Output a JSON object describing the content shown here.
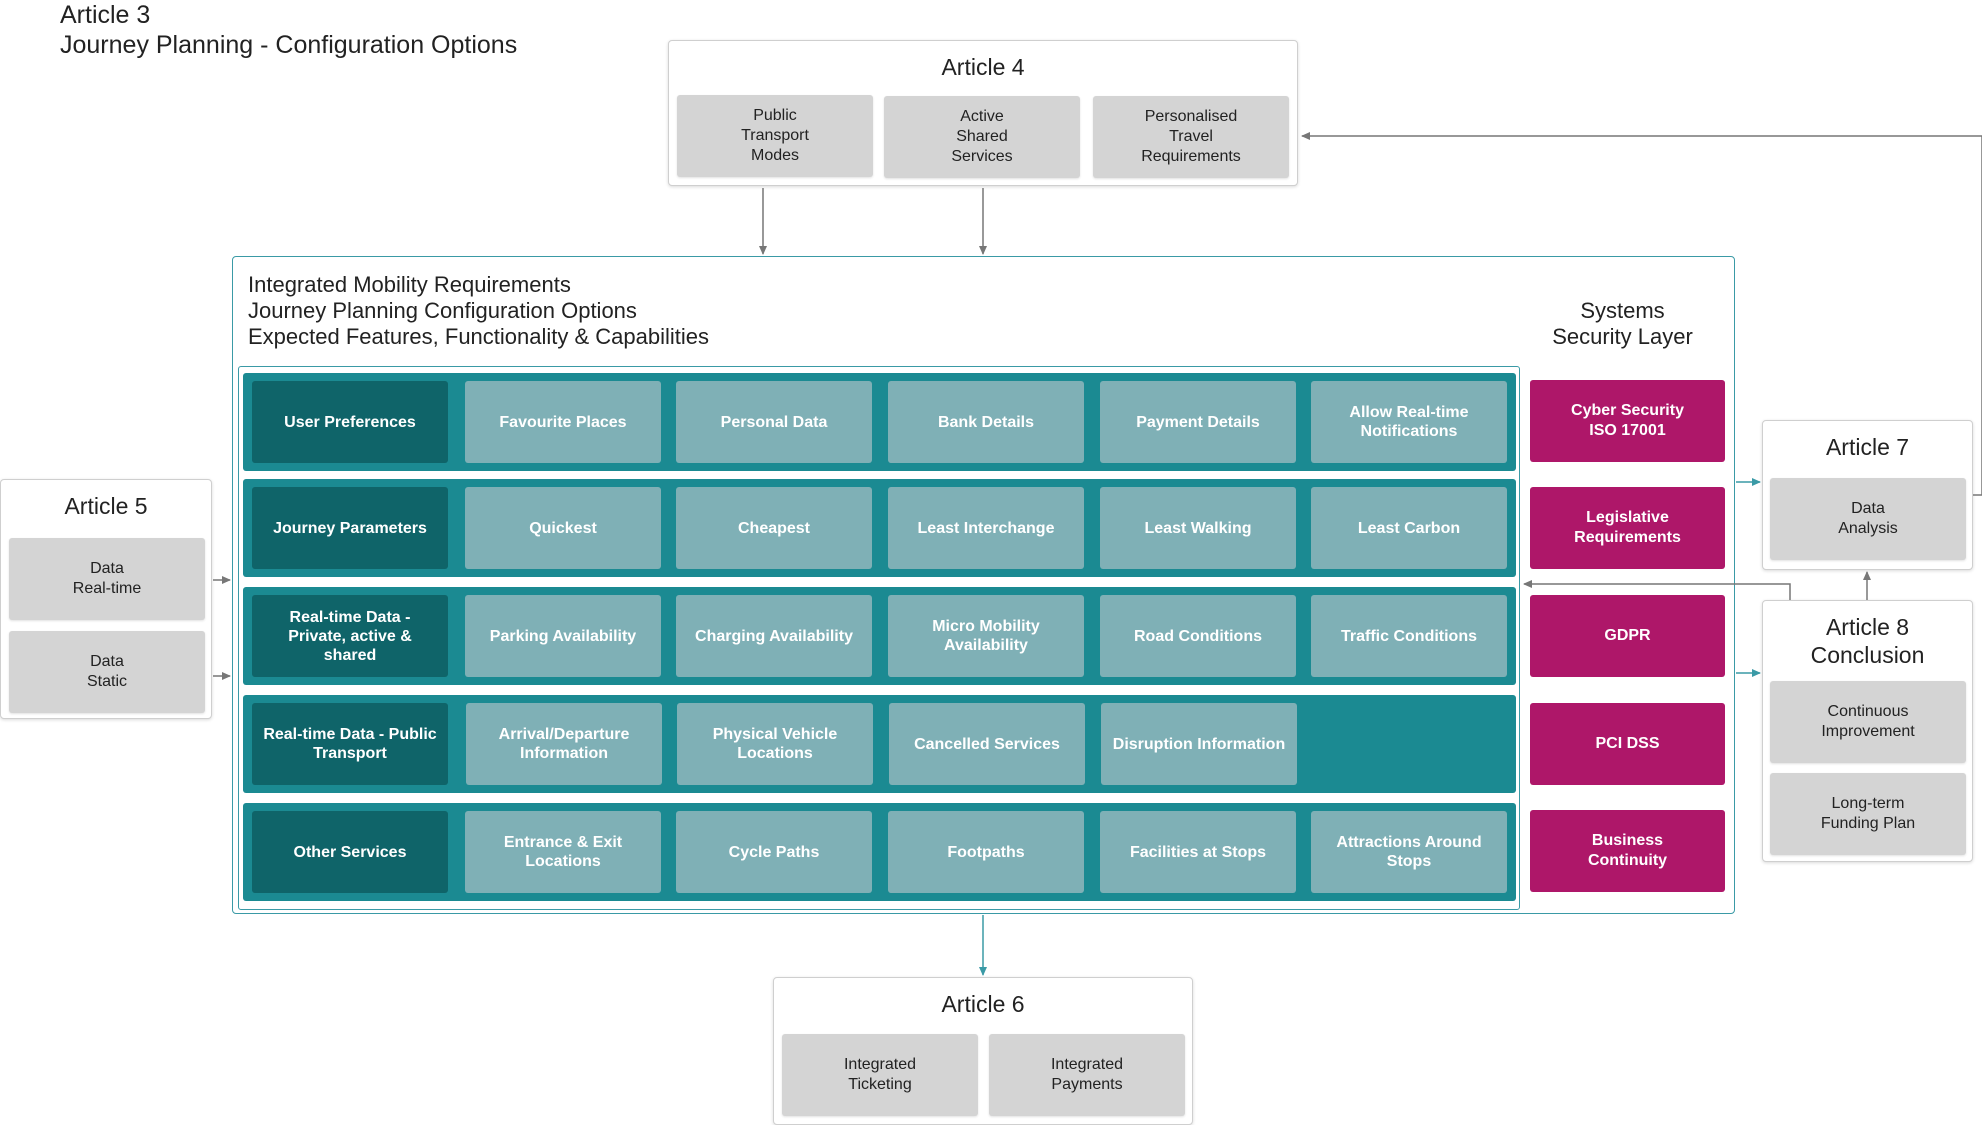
{
  "title": {
    "line1": "Article 3",
    "line2": "Journey Planning - Configuration Options"
  },
  "article4": {
    "title": "Article 4",
    "items": [
      "Public\nTransport\nModes",
      "Active\nShared\nServices",
      "Personalised\nTravel\nRequirements"
    ]
  },
  "main": {
    "heading1": "Integrated Mobility Requirements",
    "heading2": "Journey Planning Configuration Options",
    "heading3": "Expected Features, Functionality & Capabilities",
    "security_heading": "Systems\nSecurity Layer",
    "rows": [
      {
        "head": "User Preferences",
        "cells": [
          "Favourite Places",
          "Personal Data",
          "Bank Details",
          "Payment Details",
          "Allow Real-time Notifications"
        ]
      },
      {
        "head": "Journey Parameters",
        "cells": [
          "Quickest",
          "Cheapest",
          "Least Interchange",
          "Least Walking",
          "Least Carbon"
        ]
      },
      {
        "head": "Real-time Data - Private, active & shared",
        "cells": [
          "Parking Availability",
          "Charging Availability",
          "Micro Mobility Availability",
          "Road Conditions",
          "Traffic Conditions"
        ]
      },
      {
        "head": "Real-time Data - Public Transport",
        "cells": [
          "Arrival/Departure Information",
          "Physical Vehicle Locations",
          "Cancelled Services",
          "Disruption Information"
        ]
      },
      {
        "head": "Other Services",
        "cells": [
          "Entrance & Exit Locations",
          "Cycle Paths",
          "Footpaths",
          "Facilities at Stops",
          "Attractions Around Stops"
        ]
      }
    ],
    "security": [
      "Cyber Security\nISO 17001",
      "Legislative\nRequirements",
      "GDPR",
      "PCI DSS",
      "Business\nContinuity"
    ]
  },
  "article5": {
    "title": "Article 5",
    "items": [
      "Data\nReal-time",
      "Data\nStatic"
    ]
  },
  "article6": {
    "title": "Article 6",
    "items": [
      "Integrated\nTicketing",
      "Integrated\nPayments"
    ]
  },
  "article7": {
    "title": "Article 7",
    "items": [
      "Data\nAnalysis"
    ]
  },
  "article8": {
    "title": "Article 8\nConclusion",
    "items": [
      "Continuous\nImprovement",
      "Long-term\nFunding Plan"
    ]
  },
  "colors": {
    "teal_row": "#1b8a92",
    "teal_head": "#0f6469",
    "teal_cell": "#7fb0b6",
    "magenta": "#ae1769",
    "grey_box": "#d4d4d4",
    "teal_line": "#3a9aa6",
    "grey_line": "#777777"
  }
}
